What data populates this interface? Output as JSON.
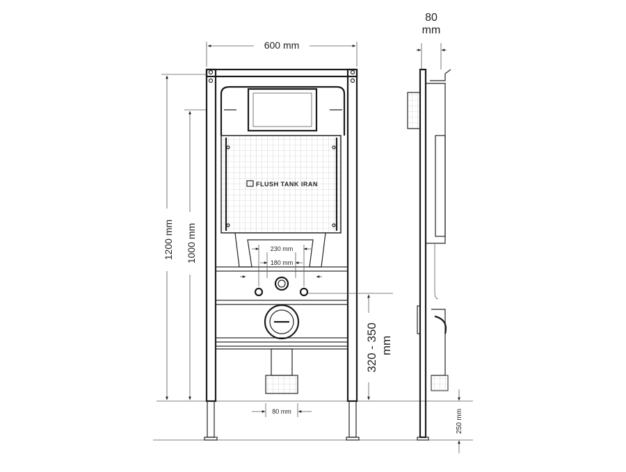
{
  "title": "Wall-hung toilet concealed frame dimension drawing",
  "logo_text": "FLUSH TANK IRAN",
  "dimensions": {
    "frame_width": "600 mm",
    "depth_value": "80",
    "depth_unit": "mm",
    "total_height": "1200 mm",
    "tank_height": "1000 mm",
    "bolt_spacing_outer": "230 mm",
    "bolt_spacing_inner": "180 mm",
    "outlet_height_value": "320 - 350",
    "outlet_height_unit": "mm",
    "drain_diameter": "80 mm",
    "leg_height": "250 mm"
  },
  "colors": {
    "line": "#222222",
    "grid": "#bbbbbb",
    "background": "#ffffff"
  }
}
